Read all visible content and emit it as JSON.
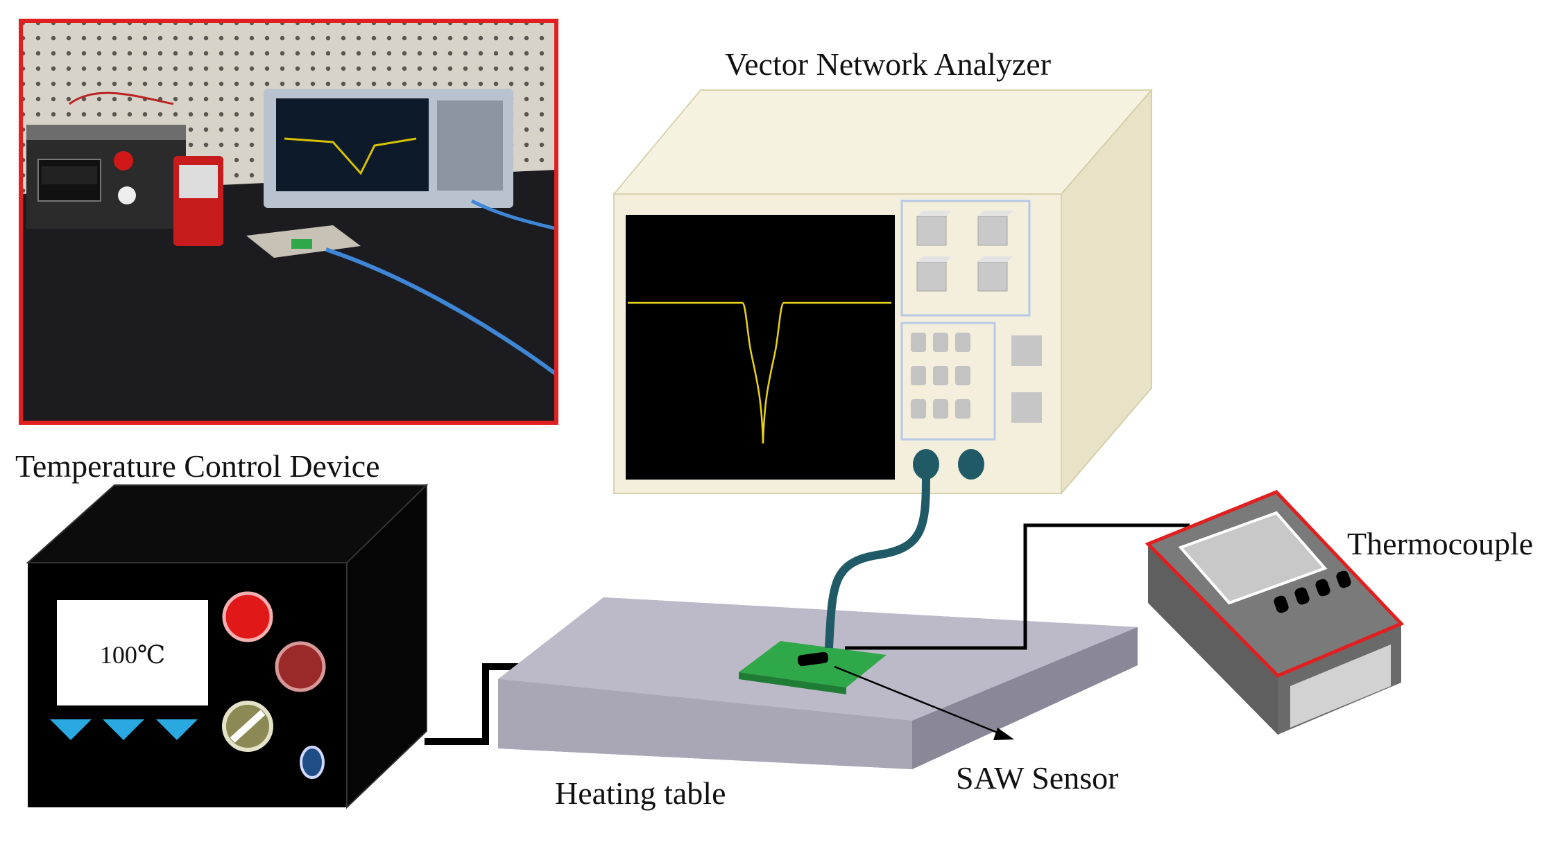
{
  "labels": {
    "vna": "Vector Network Analyzer",
    "temp_device": "Temperature Control Device",
    "temp_display": "100℃",
    "thermocouple": "Thermocouple",
    "heating_table": "Heating table",
    "saw_sensor": "SAW Sensor"
  },
  "photo": {
    "description_icon": "lab-photo",
    "border_color": "#e02020"
  },
  "colors": {
    "vna_body": "#f3efdc",
    "vna_side": "#e8e2c6",
    "device_body": "#000000",
    "trace": "#e8d21a",
    "cable": "#1f5a66",
    "pcb": "#2fa84a",
    "thermo_border": "#e02020",
    "table_top": "#b7b5c2"
  },
  "icons": [
    "screen-trace",
    "knob-red-icon",
    "knob-dark-red-icon",
    "dial-icon",
    "down-arrow-icon",
    "port-icon"
  ]
}
